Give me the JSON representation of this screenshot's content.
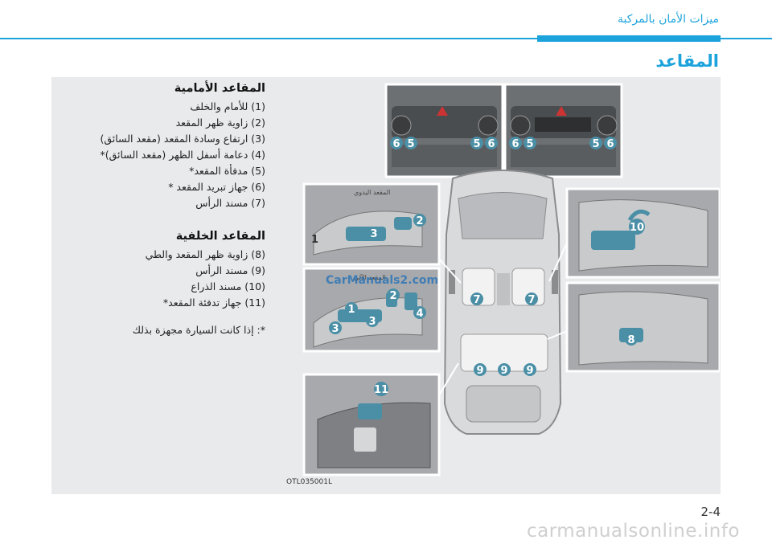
{
  "header": {
    "chapter_title": "ميزات الأمان بالمركبة"
  },
  "section": {
    "title": "المقاعد"
  },
  "front_seats": {
    "heading": "المقاعد الأمامية",
    "items": [
      "(1) للأمام والخلف",
      "(2) زاوية ظهر المقعد",
      "(3) ارتفاع وسادة المقعد (مقعد السائق)",
      "(4) دعامة أسفل الظهر (مقعد السائق)*",
      "(5) مدفأة المقعد*",
      "(6) جهاز تبريد المقعد *",
      "(7) مسند الرأس"
    ]
  },
  "rear_seats": {
    "heading": "المقاعد الخلفية",
    "items": [
      "(8) زاوية ظهر المقعد والطي",
      "(9) مسند الرأس",
      "(10) مسند الذراع",
      "(11) جهاز تدفئة المقعد*"
    ]
  },
  "note": "*: إذا كانت السيارة مجهزة بذلك",
  "diagram": {
    "inset_label_manual": "المقعد اليدوي",
    "inset_label_power": "المقعد الآلي",
    "figure_code": "OTL035001L",
    "watermark": "CarManuals2.com"
  },
  "page": {
    "number": "2-4",
    "footer_site": "carmanualsonline.info"
  },
  "colors": {
    "accent": "#1ca3dc",
    "panel": "#e9eaec",
    "callout": "#4a8fa6"
  }
}
